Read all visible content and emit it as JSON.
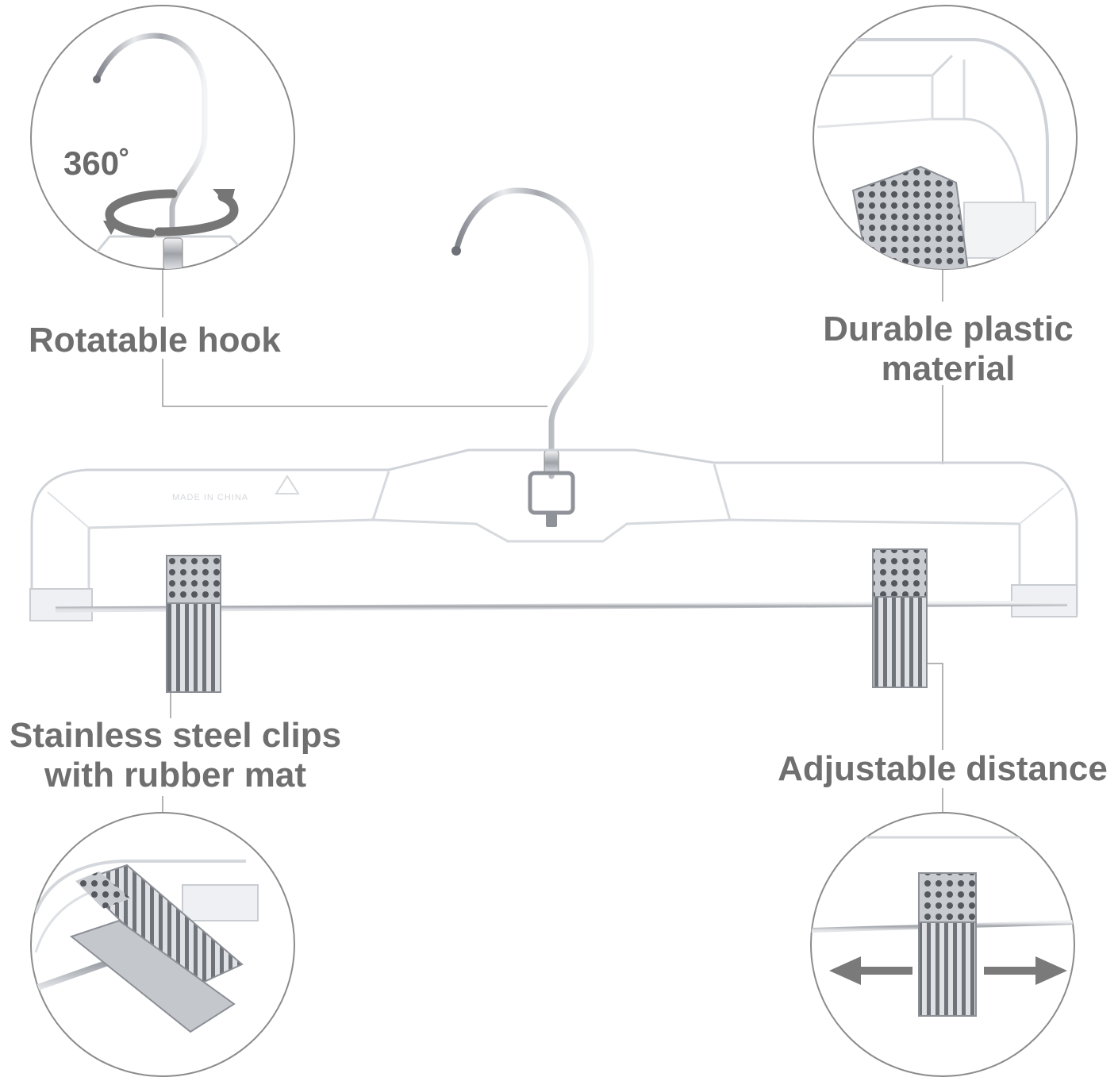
{
  "features": {
    "rotatable_hook": {
      "label": "Rotatable hook",
      "rotation": "360˚"
    },
    "durable_plastic": {
      "line1": "Durable plastic",
      "line2": "material"
    },
    "steel_clips": {
      "line1": "Stainless steel clips",
      "line2": "with rubber mat"
    },
    "adjustable": {
      "label": "Adjustable distance"
    }
  },
  "hanger_imprint": {
    "text": "MADE IN CHINA"
  },
  "colors": {
    "label_text": "#6f6f6f",
    "callout_line": "#9a9a9a",
    "circle_border": "#8c8c8c",
    "arrow": "#7a7a7a",
    "chrome": "#b9bcc1",
    "plastic_edge": "#cfd3d8"
  },
  "icons": [
    "rotate-arrow-icon",
    "double-arrow-icon"
  ]
}
